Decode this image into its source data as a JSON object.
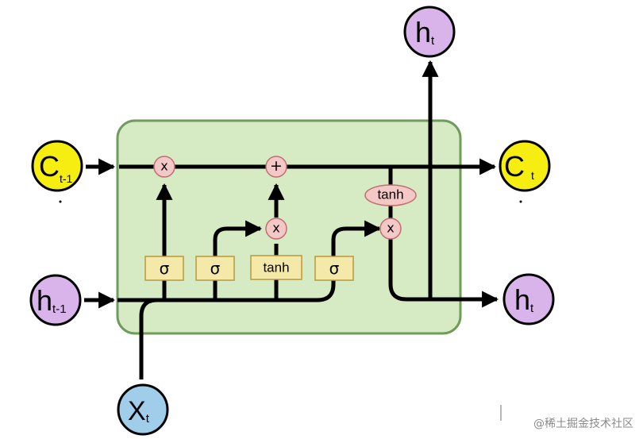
{
  "colors": {
    "cell_fill": "#d6eac4",
    "cell_stroke": "#6f9b5c",
    "cell_state_node": "#f5ee10",
    "hidden_node": "#d9b4ea",
    "input_node": "#9fcdea",
    "gate_box": "#f4e9a8",
    "gate_box_stroke": "#b69a3c",
    "pointwise_op": "#f5c8c8",
    "pointwise_stroke": "#c06f6f",
    "arrow": "#000000"
  },
  "nodes": {
    "c_prev": {
      "main": "C",
      "sub": "t-1"
    },
    "c_next": {
      "main": "C",
      "sub": "t"
    },
    "h_prev": {
      "main": "h",
      "sub": "t-1"
    },
    "h_next_right": {
      "main": "h",
      "sub": "t"
    },
    "h_next_top": {
      "main": "h",
      "sub": "t"
    },
    "x_input": {
      "main": "X",
      "sub": "t"
    }
  },
  "gates": {
    "forget": "σ",
    "input": "σ",
    "candidate": "tanh",
    "output": "σ"
  },
  "ops": {
    "forget_multiply": "x",
    "add": "+",
    "input_multiply": "x",
    "output_tanh": "tanh",
    "output_multiply": "x"
  },
  "watermark": "@稀土掘金技术社区"
}
